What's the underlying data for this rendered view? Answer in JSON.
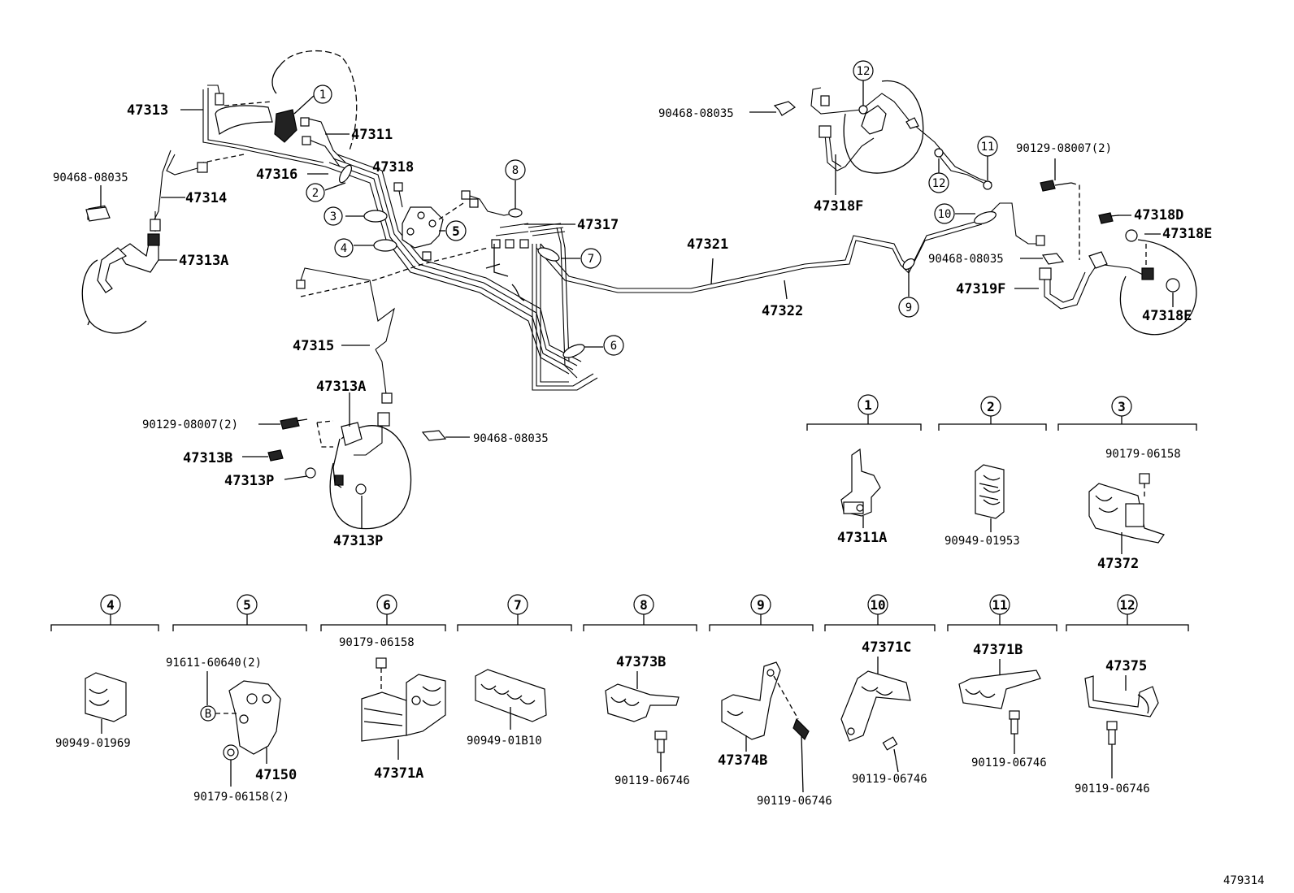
{
  "part_labels": {
    "p47313": "47313",
    "p47311": "47311",
    "p47316": "47316",
    "p47318": "47318",
    "p47314": "47314",
    "p47313A_a": "47313A",
    "p90468_a": "90468-08035",
    "p47317": "47317",
    "p47321": "47321",
    "p47322": "47322",
    "p47315": "47315",
    "p47313A_b": "47313A",
    "p90129_a": "90129-08007(2)",
    "p47313B": "47313B",
    "p47313P_a": "47313P",
    "p47313P_b": "47313P",
    "p90468_b": "90468-08035",
    "p90468_c": "90468-08035",
    "p47318F": "47318F",
    "p90129_b": "90129-08007(2)",
    "p47318D": "47318D",
    "p47318E_a": "47318E",
    "p47318E_b": "47318E",
    "p90468_d": "90468-08035",
    "p47319F": "47319F"
  },
  "callouts": [
    "1",
    "2",
    "3",
    "4",
    "5",
    "6",
    "7",
    "8",
    "9",
    "10",
    "11",
    "12",
    "12"
  ],
  "sections": [
    {
      "num": "1",
      "parts": [
        "47311A"
      ]
    },
    {
      "num": "2",
      "parts": [
        "90949-01953"
      ]
    },
    {
      "num": "3",
      "parts": [
        "90179-06158",
        "47372"
      ]
    },
    {
      "num": "4",
      "parts": [
        "90949-01969"
      ]
    },
    {
      "num": "5",
      "parts": [
        "91611-60640(2)",
        "47150",
        "90179-06158(2)"
      ]
    },
    {
      "num": "6",
      "parts": [
        "90179-06158",
        "47371A"
      ]
    },
    {
      "num": "7",
      "parts": [
        "90949-01B10"
      ]
    },
    {
      "num": "8",
      "parts": [
        "47373B",
        "90119-06746"
      ]
    },
    {
      "num": "9",
      "parts": [
        "47374B",
        "90119-06746"
      ]
    },
    {
      "num": "10",
      "parts": [
        "47371C",
        "90119-06746"
      ]
    },
    {
      "num": "11",
      "parts": [
        "47371B",
        "90119-06746"
      ]
    },
    {
      "num": "12",
      "parts": [
        "47375",
        "90119-06746"
      ]
    }
  ],
  "bolt_marker": "B",
  "diagram_id": "479314"
}
